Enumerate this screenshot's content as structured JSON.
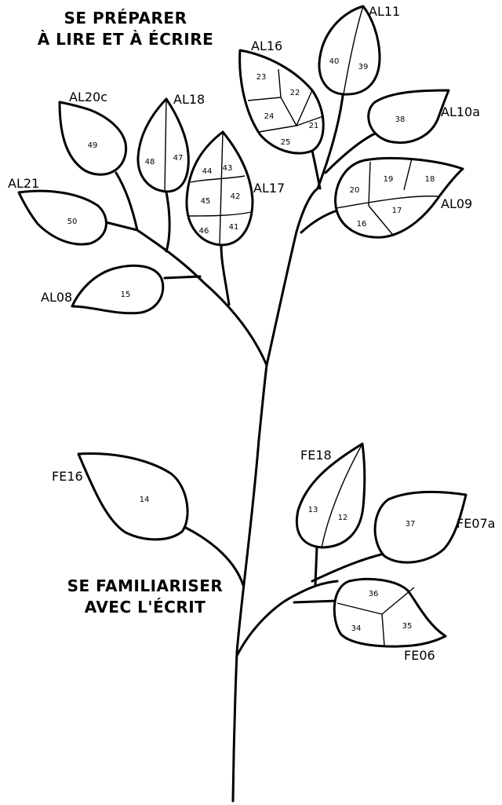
{
  "titles": {
    "top": [
      "SE PRÉPARER",
      "À LIRE ET À ÉCRIRE"
    ],
    "bottom": [
      "SE FAMILIARISER",
      "AVEC L'ÉCRIT"
    ]
  },
  "leaves": [
    {
      "code": "AL11",
      "numbers": [
        "40",
        "39"
      ]
    },
    {
      "code": "AL16",
      "numbers": [
        "23",
        "22",
        "24",
        "21",
        "25"
      ]
    },
    {
      "code": "AL10a",
      "numbers": [
        "38"
      ]
    },
    {
      "code": "AL20c",
      "numbers": [
        "49"
      ]
    },
    {
      "code": "AL18",
      "numbers": [
        "48",
        "47"
      ]
    },
    {
      "code": "AL17",
      "numbers": [
        "44",
        "43",
        "45",
        "42",
        "46",
        "41"
      ]
    },
    {
      "code": "AL09",
      "numbers": [
        "20",
        "19",
        "18",
        "17",
        "16"
      ]
    },
    {
      "code": "AL21",
      "numbers": [
        "50"
      ]
    },
    {
      "code": "AL08",
      "numbers": [
        "15"
      ]
    },
    {
      "code": "FE16",
      "numbers": [
        "14"
      ]
    },
    {
      "code": "FE18",
      "numbers": [
        "13",
        "12"
      ]
    },
    {
      "code": "FE07a",
      "numbers": [
        "37"
      ]
    },
    {
      "code": "FE06",
      "numbers": [
        "36",
        "34",
        "35"
      ]
    }
  ]
}
